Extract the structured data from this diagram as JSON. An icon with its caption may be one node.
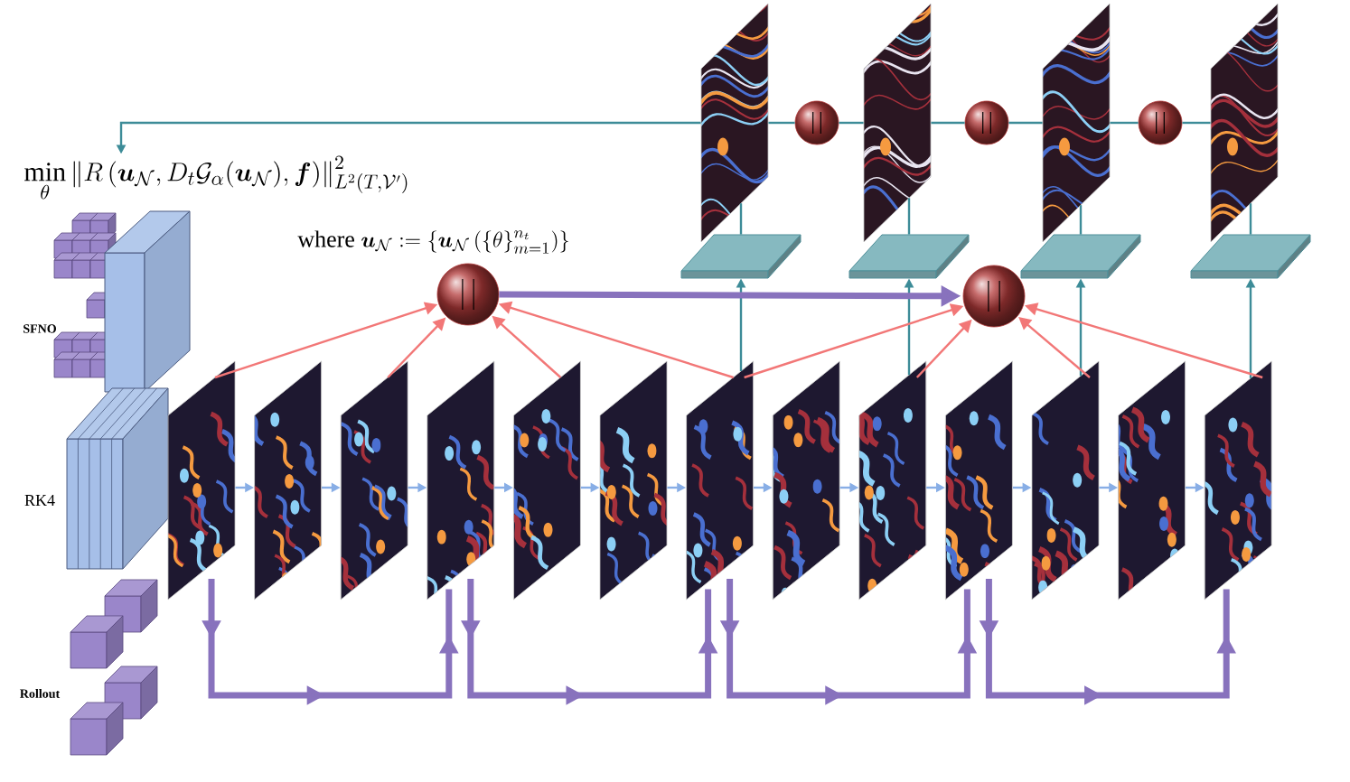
{
  "diagram": {
    "nodes": [
      {
        "text": [
          "\\min_{\\theta}\\left\\|R\\left(\\boldsymbol{u}_{\\mathcal{N}},D_t\\mathcal{G}_{\\alpha}(\\boldsymbol{u}_{\\mathcal{N}}),\\boldsymbol{f}\\right)\\right\\|^2_{L^2(T,\\mathcal{V}')}"
        ]
      },
      {
        "text": [],
        "shape": "picture"
      },
      {
        "text": [],
        "shape": "picture"
      },
      {
        "text": [],
        "shape": "picture"
      },
      {
        "text": [],
        "shape": "picture"
      },
      {
        "text": [],
        "shape": "circle"
      },
      {
        "text": [],
        "shape": "circle"
      },
      {
        "text": [],
        "shape": "circle"
      },
      {
        "text": [],
        "shape": "box"
      },
      {
        "text": [],
        "shape": "box"
      },
      {
        "text": [],
        "shape": "box"
      },
      {
        "text": [],
        "shape": "box"
      },
      {
        "text": [],
        "shape": "circle"
      },
      {
        "text": [],
        "shape": "circle"
      },
      {
        "text": [],
        "shape": "picture"
      },
      {
        "text": [],
        "shape": "picture"
      },
      {
        "text": [],
        "shape": "picture"
      },
      {
        "text": [],
        "shape": "picture"
      },
      {
        "text": [],
        "shape": "picture"
      },
      {
        "text": [],
        "shape": "picture"
      },
      {
        "text": [],
        "shape": "picture"
      },
      {
        "text": [],
        "shape": "picture"
      },
      {
        "text": [],
        "shape": "picture"
      },
      {
        "text": [],
        "shape": "picture"
      },
      {
        "text": [],
        "shape": "picture"
      },
      {
        "text": [],
        "shape": "picture"
      },
      {
        "text": [],
        "shape": "picture"
      }
    ],
    "edges": [
      {
        "from": 1,
        "to": 0,
        "arrow": "to"
      },
      {
        "from": 1,
        "to": 5,
        "arrow": "none"
      },
      {
        "from": 5,
        "to": 2,
        "arrow": "none"
      },
      {
        "from": 2,
        "to": 6,
        "arrow": "none"
      },
      {
        "from": 6,
        "to": 3,
        "arrow": "none"
      },
      {
        "from": 3,
        "to": 7,
        "arrow": "none"
      },
      {
        "from": 7,
        "to": 4,
        "arrow": "none"
      },
      {
        "from": 20,
        "to": 8,
        "arrow": "to"
      },
      {
        "from": 8,
        "to": 1,
        "arrow": "none"
      },
      {
        "from": 22,
        "to": 9,
        "arrow": "to"
      },
      {
        "from": 9,
        "to": 2,
        "arrow": "none"
      },
      {
        "from": 24,
        "to": 10,
        "arrow": "to"
      },
      {
        "from": 10,
        "to": 3,
        "arrow": "none"
      },
      {
        "from": 26,
        "to": 11,
        "arrow": "to"
      },
      {
        "from": 11,
        "to": 4,
        "arrow": "none"
      },
      {
        "from": 14,
        "to": 12,
        "arrow": "to",
        "color": "#f27777"
      },
      {
        "from": 16,
        "to": 12,
        "arrow": "to",
        "color": "#f27777"
      },
      {
        "from": 18,
        "to": 12,
        "arrow": "to",
        "color": "#f27777"
      },
      {
        "from": 20,
        "to": 12,
        "arrow": "to",
        "color": "#f27777"
      },
      {
        "from": 20,
        "to": 13,
        "arrow": "to",
        "color": "#f27777"
      },
      {
        "from": 22,
        "to": 13,
        "arrow": "to",
        "color": "#f27777"
      },
      {
        "from": 24,
        "to": 13,
        "arrow": "to",
        "color": "#f27777"
      },
      {
        "from": 26,
        "to": 13,
        "arrow": "to",
        "color": "#f27777"
      },
      {
        "from": 12,
        "to": 13,
        "arrow": "to",
        "style": "thick",
        "color": "#8872bd"
      },
      {
        "from": 14,
        "to": 15,
        "arrow": "to",
        "color": "#88aee6"
      },
      {
        "from": 15,
        "to": 16,
        "arrow": "to",
        "color": "#88aee6"
      },
      {
        "from": 16,
        "to": 17,
        "arrow": "to",
        "color": "#88aee6"
      },
      {
        "from": 17,
        "to": 18,
        "arrow": "to",
        "color": "#88aee6"
      },
      {
        "from": 18,
        "to": 19,
        "arrow": "to",
        "color": "#88aee6"
      },
      {
        "from": 19,
        "to": 20,
        "arrow": "to",
        "color": "#88aee6"
      },
      {
        "from": 20,
        "to": 21,
        "arrow": "to",
        "color": "#88aee6"
      },
      {
        "from": 21,
        "to": 22,
        "arrow": "to",
        "color": "#88aee6"
      },
      {
        "from": 22,
        "to": 23,
        "arrow": "to",
        "color": "#88aee6"
      },
      {
        "from": 23,
        "to": 24,
        "arrow": "to",
        "color": "#88aee6"
      },
      {
        "from": 24,
        "to": 25,
        "arrow": "to",
        "color": "#88aee6"
      },
      {
        "from": 25,
        "to": 26,
        "arrow": "to",
        "color": "#88aee6"
      },
      {
        "from": 14,
        "to": 17,
        "arrow": "to",
        "style": "thick",
        "color": "#8872bd"
      },
      {
        "from": 17,
        "to": 20,
        "arrow": "to",
        "style": "thick",
        "color": "#8872bd"
      },
      {
        "from": 20,
        "to": 23,
        "arrow": "to",
        "style": "thick",
        "color": "#8872bd"
      },
      {
        "from": 23,
        "to": 26,
        "arrow": "to",
        "style": "thick",
        "color": "#8872bd"
      }
    ],
    "labels": [
      "\\text{where }\\boldsymbol{u}_{\\mathcal{N}}:=\\left\\{\\boldsymbol{u}_{\\mathcal{N}}\\left(\\{\\theta\\}_{m=1}^{n_t}\\right)\\right\\}",
      "SFNO",
      "RK4",
      "Rollout"
    ]
  }
}
